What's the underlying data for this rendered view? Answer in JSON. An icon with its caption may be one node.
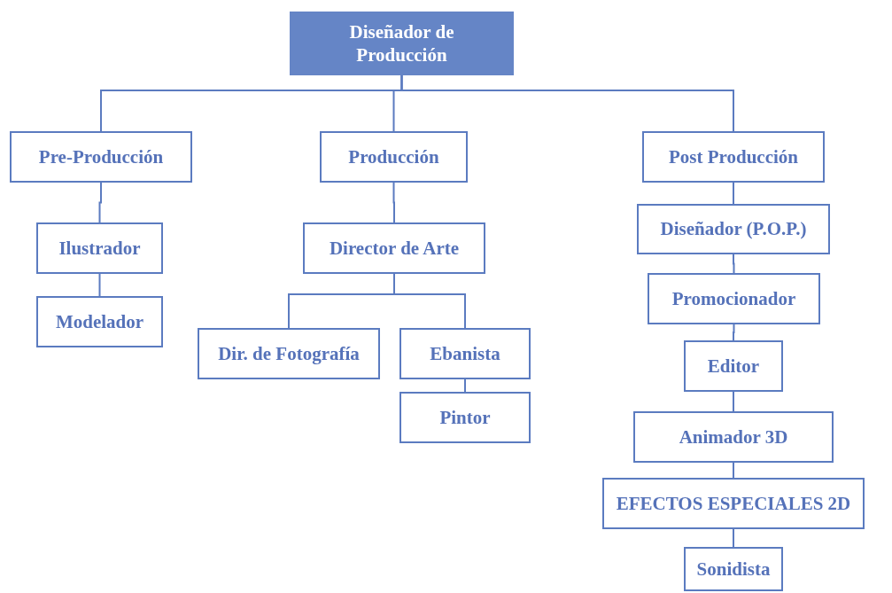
{
  "diagram": {
    "nodes": [
      {
        "text": [
          "Diseñador de Producción"
        ]
      },
      {
        "text": [
          "Pre-Producción"
        ]
      },
      {
        "text": [
          "Producción"
        ]
      },
      {
        "text": [
          "Post Producción"
        ]
      },
      {
        "text": [
          "Ilustrador"
        ]
      },
      {
        "text": [
          "Modelador"
        ]
      },
      {
        "text": [
          "Director de Arte"
        ]
      },
      {
        "text": [
          "Dir. de Fotografía"
        ]
      },
      {
        "text": [
          "Ebanista"
        ]
      },
      {
        "text": [
          "Pintor"
        ]
      },
      {
        "text": [
          "Diseñador (P.O.P.)"
        ]
      },
      {
        "text": [
          "Promocionador"
        ]
      },
      {
        "text": [
          "Editor"
        ]
      },
      {
        "text": [
          "Animador 3D"
        ]
      },
      {
        "text": [
          "EFECTOS ESPECIALES 2D"
        ]
      },
      {
        "text": [
          "Sonidista"
        ]
      }
    ],
    "edges": [
      {
        "from": 0,
        "to": 1,
        "arrow": "none"
      },
      {
        "from": 0,
        "to": 2,
        "arrow": "none"
      },
      {
        "from": 0,
        "to": 3,
        "arrow": "none"
      },
      {
        "from": 1,
        "to": 4,
        "arrow": "none"
      },
      {
        "from": 4,
        "to": 5,
        "arrow": "none"
      },
      {
        "from": 2,
        "to": 6,
        "arrow": "none"
      },
      {
        "from": 6,
        "to": 7,
        "arrow": "none"
      },
      {
        "from": 6,
        "to": 8,
        "arrow": "none"
      },
      {
        "from": 8,
        "to": 9,
        "arrow": "none"
      },
      {
        "from": 3,
        "to": 10,
        "arrow": "none"
      },
      {
        "from": 10,
        "to": 11,
        "arrow": "none"
      },
      {
        "from": 11,
        "to": 12,
        "arrow": "none"
      },
      {
        "from": 12,
        "to": 13,
        "arrow": "none"
      },
      {
        "from": 13,
        "to": 14,
        "arrow": "none"
      },
      {
        "from": 14,
        "to": 15,
        "arrow": "none"
      }
    ]
  }
}
